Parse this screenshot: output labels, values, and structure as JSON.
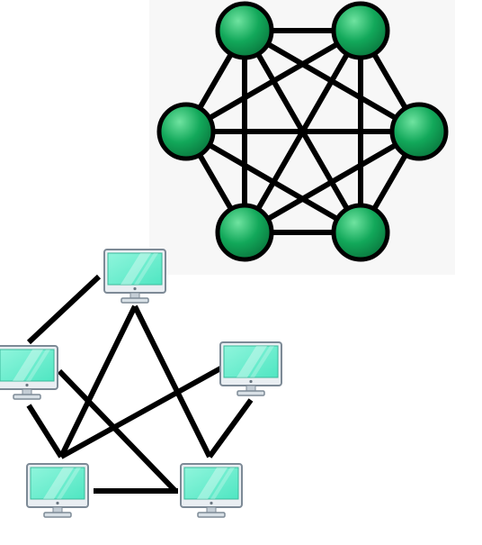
{
  "diagrams": [
    {
      "id": "full-mesh-nodes",
      "node_color": "#12a85a",
      "node_highlight": "#6fe3a0",
      "outline_color": "#000000",
      "node_count": 6,
      "edges": [
        [
          0,
          1
        ],
        [
          0,
          2
        ],
        [
          0,
          3
        ],
        [
          0,
          4
        ],
        [
          0,
          5
        ],
        [
          1,
          2
        ],
        [
          1,
          3
        ],
        [
          1,
          4
        ],
        [
          1,
          5
        ],
        [
          2,
          3
        ],
        [
          2,
          4
        ],
        [
          2,
          5
        ],
        [
          3,
          4
        ],
        [
          3,
          5
        ],
        [
          4,
          5
        ]
      ]
    },
    {
      "id": "computer-network",
      "icon": "computer-monitor-icon",
      "screen_color": "#4fe6c2",
      "frame_color": "#7d8a96",
      "link_color": "#000000",
      "computers": [
        "top",
        "left",
        "right",
        "bottom-left",
        "bottom-right"
      ],
      "links": [
        [
          "top",
          "left"
        ],
        [
          "top",
          "bottom-left"
        ],
        [
          "top",
          "bottom-right"
        ],
        [
          "left",
          "bottom-left"
        ],
        [
          "left",
          "bottom-right"
        ],
        [
          "right",
          "bottom-left"
        ],
        [
          "right",
          "bottom-right"
        ],
        [
          "bottom-left",
          "bottom-right"
        ]
      ]
    }
  ]
}
